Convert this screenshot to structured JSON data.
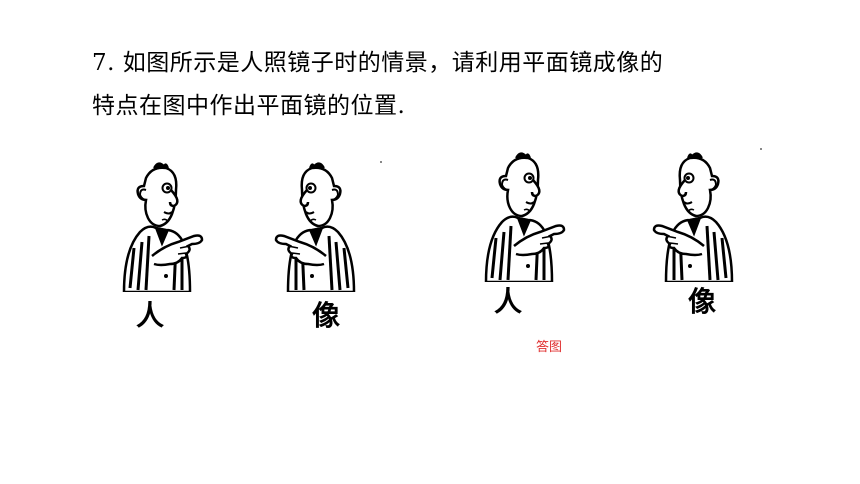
{
  "question": {
    "line1": "7.  如图所示是人照镜子时的情景，请利用平面镜成像的",
    "line2": "特点在图中作出平面镜的位置."
  },
  "figures": {
    "left_person_label": "人",
    "left_image_label": "像",
    "right_person_label": "人",
    "right_image_label": "像"
  },
  "answer_caption": "答图"
}
